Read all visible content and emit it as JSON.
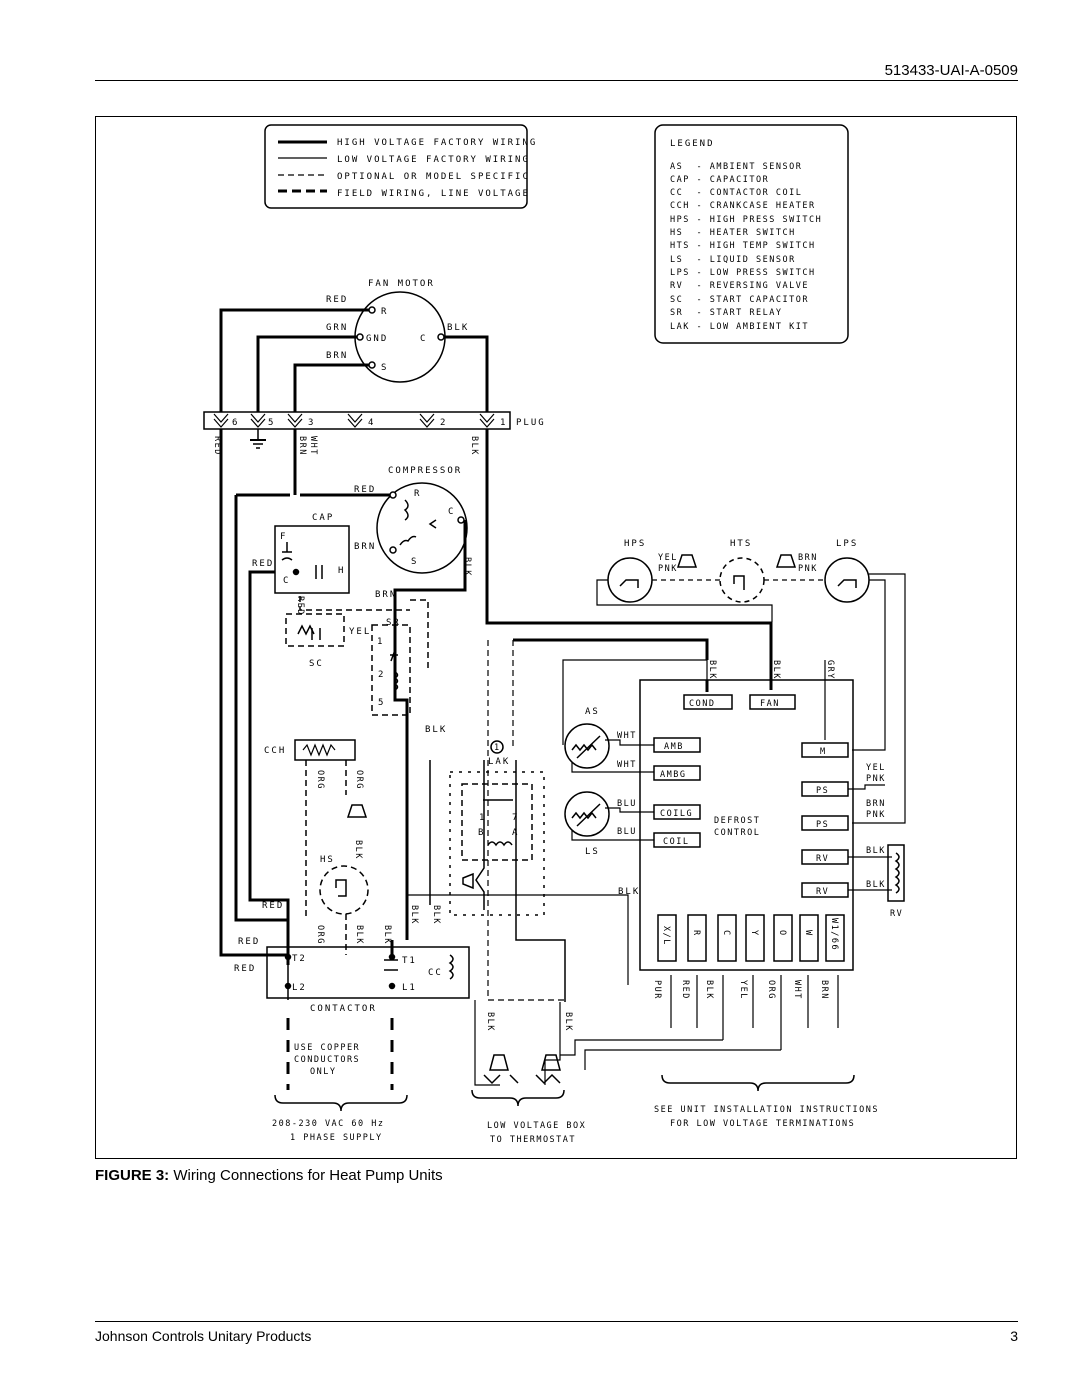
{
  "header": {
    "doc_id": "513433-UAI-A-0509"
  },
  "wiring_key": {
    "items": [
      "HIGH VOLTAGE FACTORY WIRING",
      "LOW VOLTAGE FACTORY WIRING",
      "OPTIONAL OR MODEL SPECIFIC",
      "FIELD WIRING, LINE VOLTAGE"
    ]
  },
  "legend": {
    "title": "LEGEND",
    "items": [
      "AS  - AMBIENT SENSOR",
      "CAP - CAPACITOR",
      "CC  - CONTACTOR COIL",
      "CCH - CRANKCASE HEATER",
      "HPS - HIGH PRESS SWITCH",
      "HS  - HEATER SWITCH",
      "HTS - HIGH TEMP SWITCH",
      "LS  - LIQUID SENSOR",
      "LPS - LOW PRESS SWITCH",
      "RV  - REVERSING VALVE",
      "SC  - START CAPACITOR",
      "SR  - START RELAY",
      "LAK - LOW AMBIENT KIT"
    ]
  },
  "fan_motor": {
    "title": "FAN MOTOR",
    "red": "RED",
    "grn": "GRN",
    "brn": "BRN",
    "blk": "BLK",
    "r": "R",
    "gnd": "GND",
    "c": "C",
    "s": "S"
  },
  "plug": {
    "label": "PLUG",
    "pins": [
      "6",
      "5",
      "3",
      "4",
      "2",
      "1"
    ],
    "wires": [
      "RED",
      "BRN",
      "WHT",
      "BLK"
    ]
  },
  "compressor": {
    "title": "COMPRESSOR",
    "red": "RED",
    "brn": "BRN",
    "blk": "BLK",
    "r": "R",
    "c": "C",
    "s": "S"
  },
  "cap": {
    "title": "CAP",
    "f": "F",
    "c": "C",
    "h": "H",
    "red": "RED"
  },
  "start": {
    "sc": "SC",
    "sr": "SR",
    "yel": "YEL",
    "brn": "BRN",
    "red": "RED",
    "p1": "1",
    "p2": "2",
    "p5": "5",
    "blk": "BLK"
  },
  "heater": {
    "cch": "CCH",
    "org": "ORG",
    "hs": "HS",
    "blk": "BLK"
  },
  "lak": {
    "num": "1",
    "title": "LAK",
    "p1": "1",
    "p7": "7",
    "pb": "B",
    "pa": "A"
  },
  "switches": {
    "hps": "HPS",
    "hts": "HTS",
    "lps": "LPS",
    "yel": "YEL",
    "pnk": "PNK",
    "brn": "BRN"
  },
  "control": {
    "title1": "DEFROST",
    "title2": "CONTROL",
    "cond": "COND",
    "fan": "FAN",
    "amb": "AMB",
    "ambg": "AMBG",
    "coilg": "COILG",
    "coil": "COIL",
    "m": "M",
    "ps": "PS",
    "rv": "RV",
    "blk": "BLK",
    "gry": "GRY",
    "wht": "WHT",
    "blu": "BLU",
    "as": "AS",
    "ls": "LS",
    "yel": "YEL",
    "pnk": "PNK",
    "brn": "BRN",
    "rvlabel": "RV",
    "terms": [
      "X/L",
      "R",
      "C",
      "Y",
      "O",
      "W",
      "W1/66"
    ],
    "colors": [
      "PUR",
      "RED",
      "BLK",
      "YEL",
      "ORG",
      "WHT",
      "BRN"
    ]
  },
  "contactor": {
    "title": "CONTACTOR",
    "t2": "T2",
    "t1": "T1",
    "l2": "L2",
    "l1": "L1",
    "cc": "CC",
    "red": "RED",
    "blk": "BLK",
    "org": "ORG"
  },
  "notes": {
    "copper1": "USE COPPER",
    "copper2": "CONDUCTORS",
    "copper3": "ONLY",
    "supply1": "208-230 VAC 60 Hz",
    "supply2": "1 PHASE SUPPLY",
    "lvbox1": "LOW VOLTAGE BOX",
    "lvbox2": "TO THERMOSTAT",
    "inst1": "SEE UNIT INSTALLATION INSTRUCTIONS",
    "inst2": "FOR LOW VOLTAGE TERMINATIONS"
  },
  "caption": {
    "label": "FIGURE 3:",
    "text": "Wiring Connections for Heat Pump Units"
  },
  "footer": {
    "company": "Johnson Controls Unitary Products",
    "page": "3"
  }
}
